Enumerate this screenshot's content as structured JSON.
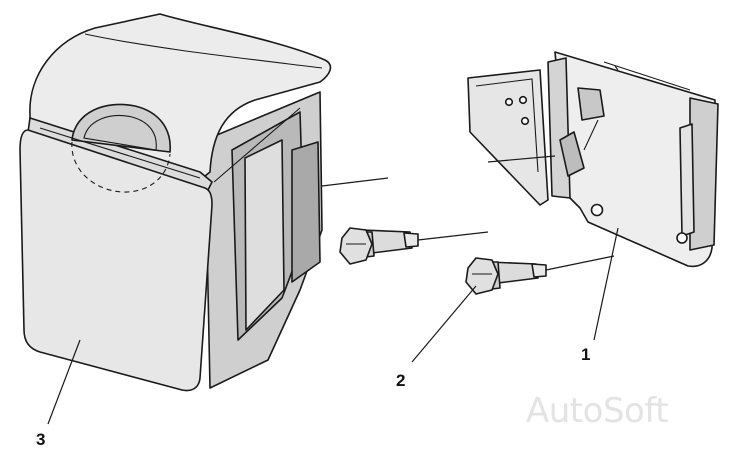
{
  "callouts": {
    "c1": "1",
    "c2": "2",
    "c3": "3"
  },
  "watermark": "AutoSoft",
  "colors": {
    "line": "#1a1a1a",
    "fill_light": "#e9e9e9",
    "fill_mid": "#d6d6d6",
    "fill_dark": "#bdbdbd",
    "watermark": "#e3e3e3"
  }
}
